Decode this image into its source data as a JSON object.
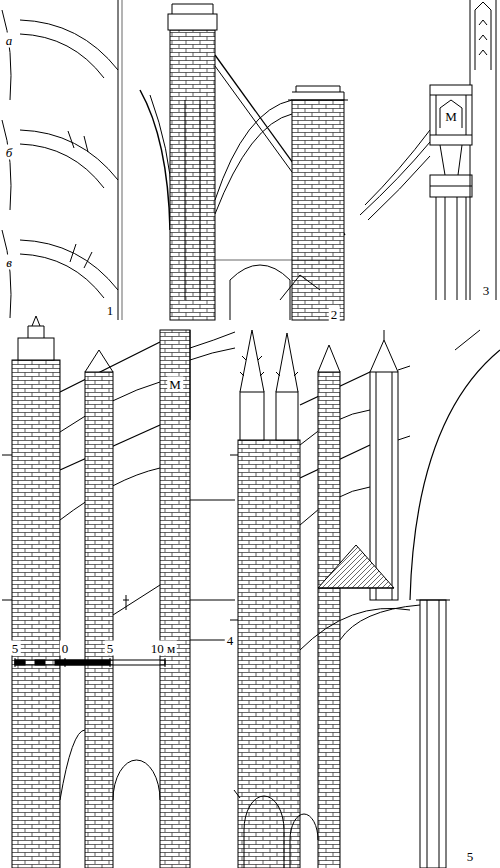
{
  "diagram": {
    "labels": [
      "а",
      "б",
      "в",
      "1",
      "2",
      "М",
      "3",
      "М",
      "4",
      "5",
      "0",
      "5",
      "10 м",
      "5"
    ]
  }
}
